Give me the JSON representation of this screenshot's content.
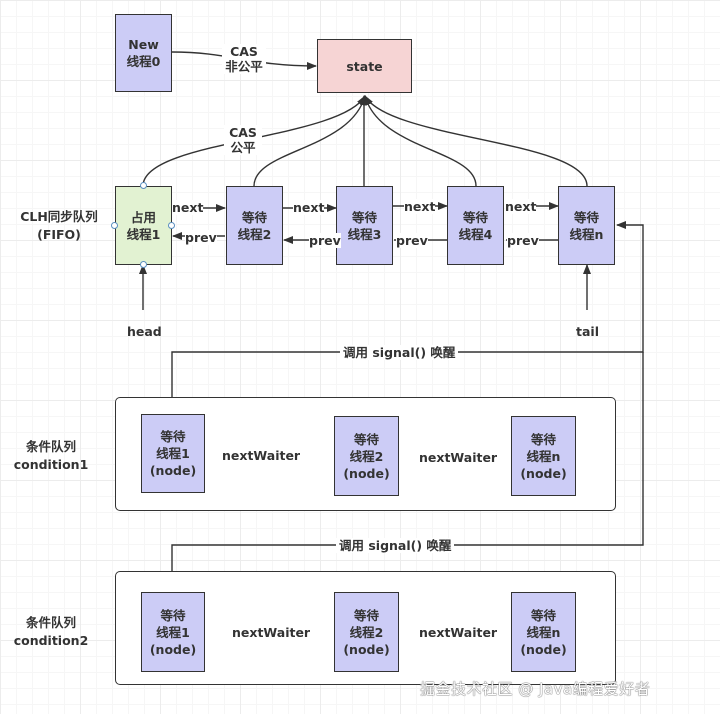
{
  "new_thread": {
    "line1": "New",
    "line2": "线程0"
  },
  "state_box": {
    "label": "state"
  },
  "cas_unfair": {
    "line1": "CAS",
    "line2": "非公平"
  },
  "cas_fair": {
    "line1": "CAS",
    "line2": "公平"
  },
  "clh_queue": {
    "title_line1": "CLH同步队列",
    "title_line2": "(FIFO)",
    "nodes": [
      {
        "line1": "占用",
        "line2": "线程1"
      },
      {
        "line1": "等待",
        "line2": "线程2"
      },
      {
        "line1": "等待",
        "line2": "线程3"
      },
      {
        "line1": "等待",
        "line2": "线程4"
      },
      {
        "line1": "等待",
        "line2": "线程n"
      }
    ],
    "next_label": "next",
    "prev_label": "prev",
    "head_label": "head",
    "tail_label": "tail"
  },
  "signal_label": "调用 signal() 唤醒",
  "condition1": {
    "title_line1": "条件队列",
    "title_line2": "condition1",
    "nodes": [
      {
        "line1": "等待",
        "line2": "线程1",
        "line3": "(node)"
      },
      {
        "line1": "等待",
        "line2": "线程2",
        "line3": "(node)"
      },
      {
        "line1": "等待",
        "line2": "线程n",
        "line3": "(node)"
      }
    ],
    "link_label": "nextWaiter"
  },
  "condition2": {
    "title_line1": "条件队列",
    "title_line2": "condition2",
    "nodes": [
      {
        "line1": "等待",
        "line2": "线程1",
        "line3": "(node)"
      },
      {
        "line1": "等待",
        "line2": "线程2",
        "line3": "(node)"
      },
      {
        "line1": "等待",
        "line2": "线程n",
        "line3": "(node)"
      }
    ],
    "link_label": "nextWaiter"
  },
  "watermark": "掘金技术社区 @ Java编程爱好者",
  "colors": {
    "node_blue": "#ccccf6",
    "node_green": "#e2f2d2",
    "state_pink": "#f6d4d4",
    "line": "#333333"
  }
}
